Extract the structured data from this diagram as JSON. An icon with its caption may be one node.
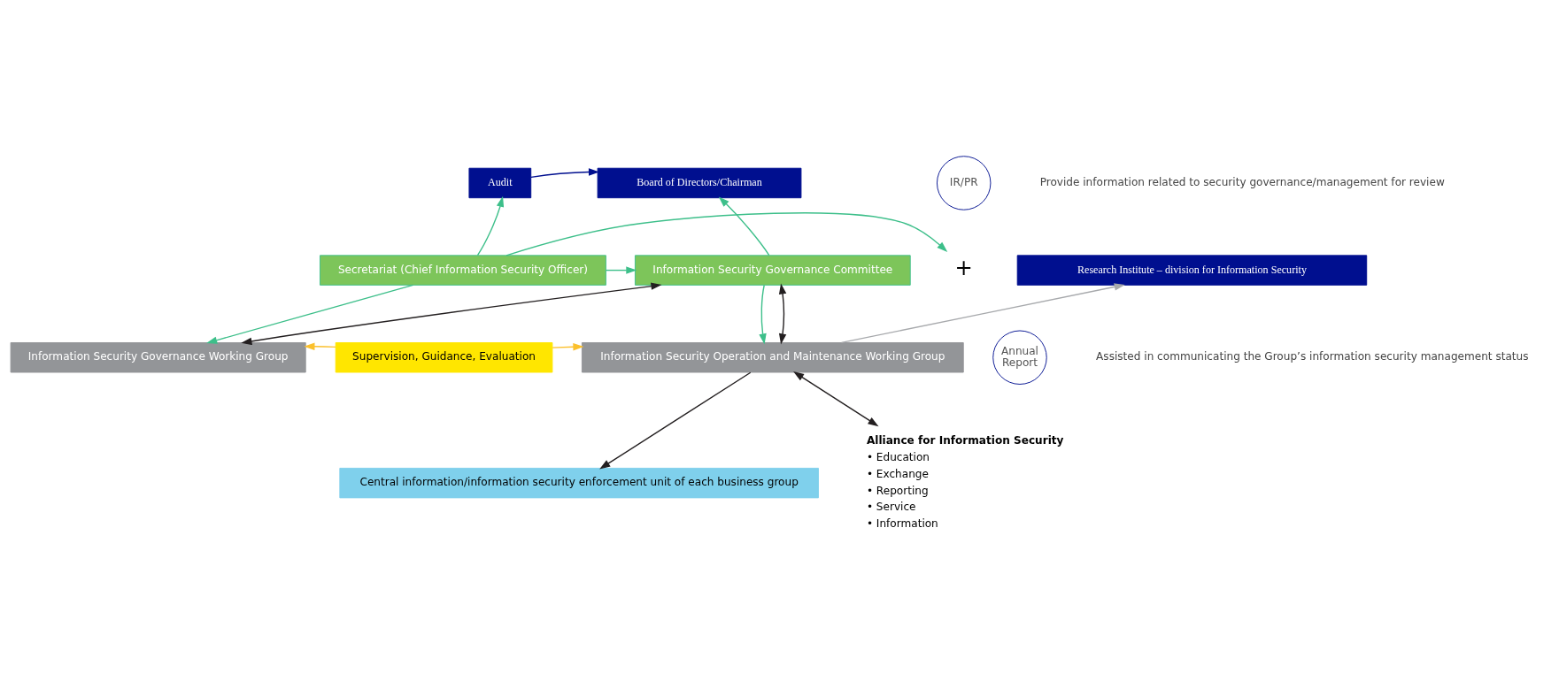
{
  "diagram": {
    "nodes": [
      {
        "text": [
          "Audit"
        ]
      },
      {
        "text": [
          "Board of Directors/Chairman"
        ]
      },
      {
        "text": [
          "IR/PR"
        ]
      },
      {
        "text": [
          "+"
        ]
      },
      {
        "text": [
          "Annual Report"
        ]
      },
      {
        "text": [
          "Secretariat (Chief Information Security Officer)"
        ]
      },
      {
        "text": [
          "Information Security Governance Committee"
        ]
      },
      {
        "text": [
          "Research Institute – division for Information Security"
        ]
      },
      {
        "text": [
          "Information Security Governance Working Group"
        ]
      },
      {
        "text": [
          "Supervision, Guidance, Evaluation"
        ]
      },
      {
        "text": [
          "Information Security Operation and Maintenance Working Group"
        ]
      },
      {
        "text": [
          "Central information/information security enforcement unit of each business group"
        ]
      },
      {
        "text": [
          "Alliance for Information Security",
          "• Education",
          "• Exchange",
          "• Reporting",
          "• Service",
          "• Information"
        ]
      }
    ],
    "labels": [
      "Provide information related to security governance/management for review",
      "Assisted in communicating the Group’s information security management status"
    ],
    "edges": [
      {
        "from": 0,
        "to": 1,
        "arrow": "to",
        "color": "#000f8f"
      },
      {
        "from": 5,
        "to": 0,
        "arrow": "to"
      },
      {
        "from": 6,
        "to": 1,
        "arrow": "to"
      },
      {
        "from": 5,
        "to": 3,
        "arrow": "to"
      },
      {
        "from": 5,
        "to": 6,
        "arrow": "to"
      },
      {
        "from": 5,
        "to": 8,
        "arrow": "to"
      },
      {
        "from": 6,
        "to": 8,
        "arrow": "both",
        "color": "#231f20"
      },
      {
        "from": 6,
        "to": 10,
        "arrow": "to"
      },
      {
        "from": 6,
        "to": 10,
        "arrow": "both",
        "color": "#231f20"
      },
      {
        "from": 10,
        "to": 7,
        "arrow": "to",
        "color": "#a7a9ac"
      },
      {
        "from": 9,
        "to": 8,
        "arrow": "to",
        "color": "#fbc02d"
      },
      {
        "from": 9,
        "to": 10,
        "arrow": "to",
        "color": "#fbc02d"
      },
      {
        "from": 10,
        "to": 11,
        "arrow": "to",
        "color": "#231f20"
      },
      {
        "from": 10,
        "to": 12,
        "arrow": "both",
        "color": "#231f20"
      }
    ]
  }
}
